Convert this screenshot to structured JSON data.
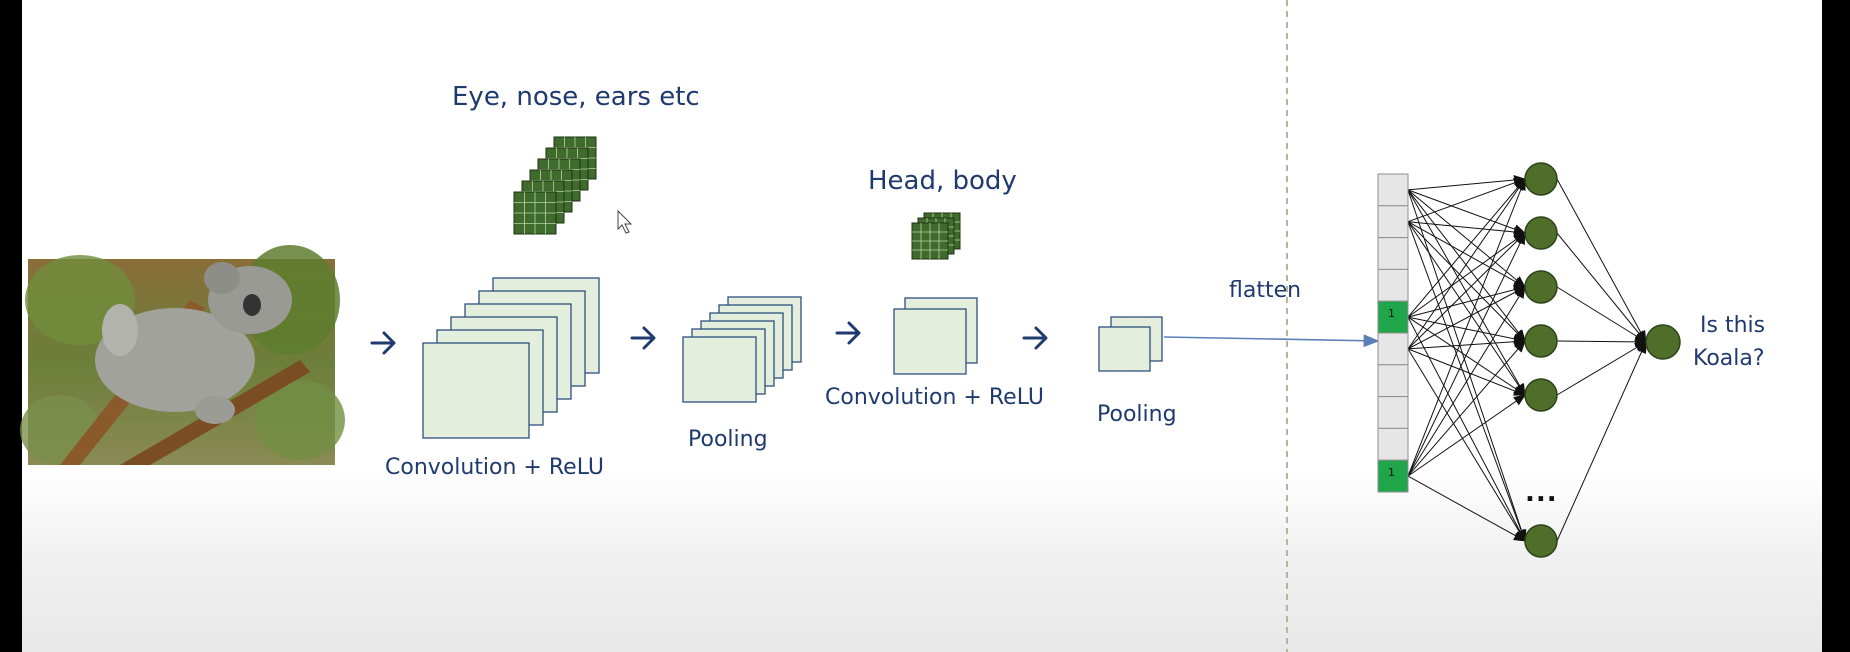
{
  "diagram": {
    "labels": {
      "eye_nose_ears": "Eye, nose, ears etc",
      "head_body": "Head, body",
      "conv_relu_1": "Convolution + ReLU",
      "pooling_1": "Pooling",
      "conv_relu_2": "Convolution + ReLU",
      "pooling_2": "Pooling",
      "flatten": "flatten",
      "question_line1": "Is this",
      "question_line2": "Koala?",
      "ellipsis": "...",
      "cell_value_a": "1",
      "cell_value_b": "1"
    },
    "image": {
      "subject": "koala-photo"
    },
    "colors": {
      "label_text": "#1f3a6e",
      "feature_map_fill": "#e3efdc",
      "feature_map_stroke": "#2f4f7f",
      "filter_fill": "#3f6b2d",
      "neuron_fill": "#4f6e2a",
      "active_cell": "#1fa64a",
      "flatten_cell": "#e6e6e6",
      "separator": "#b5b59a"
    },
    "icons": [
      "arrow-right-icon",
      "mouse-cursor-icon"
    ]
  }
}
